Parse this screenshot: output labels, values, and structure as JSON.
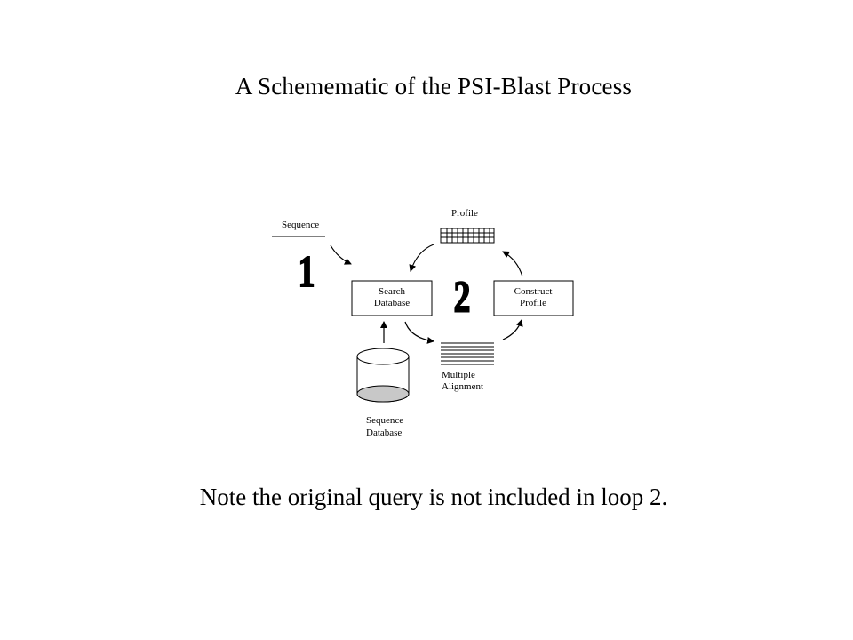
{
  "slide": {
    "title": "A Schemematic of the PSI-Blast Process",
    "footnote": "Note the original query is not included in loop 2."
  },
  "diagram": {
    "sequence_label": "Sequence",
    "profile_label": "Profile",
    "search_box": {
      "line1": "Search",
      "line2": "Database"
    },
    "construct_box": {
      "line1": "Construct",
      "line2": "Profile"
    },
    "alignment_label": {
      "line1": "Multiple",
      "line2": "Alignment"
    },
    "database_label": {
      "line1": "Sequence",
      "line2": "Database"
    },
    "loop1_number": "1",
    "loop2_number": "2"
  },
  "colors": {
    "stroke": "#000000",
    "cylinder_fill": "#c8c8c8",
    "background": "#ffffff"
  }
}
